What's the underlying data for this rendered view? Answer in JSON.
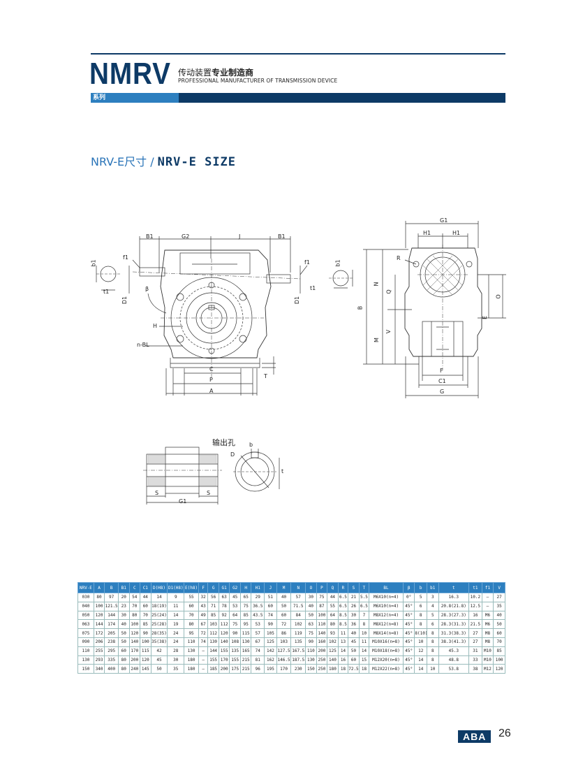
{
  "header": {
    "brand": "NMRV",
    "tagline_cn_prefix": "传动装置",
    "tagline_cn_bold": "专业制造商",
    "tagline_en": "PROFESSIONAL MANUFACTURER OF TRANSMISSION DEVICE",
    "series": "系列"
  },
  "section": {
    "title_cn": "NRV-E尺寸 / ",
    "title_en": "NRV-E SIZE"
  },
  "drawing_labels": {
    "front": [
      "B1",
      "G2",
      "J",
      "B1",
      "f1",
      "b1",
      "f1",
      "b1",
      "t1",
      "t1",
      "D1",
      "D1",
      "β",
      "H",
      "n-BL",
      "C",
      "P",
      "A",
      "T"
    ],
    "side": [
      "G1",
      "H1",
      "H1",
      "R",
      "N",
      "B",
      "Q",
      "M",
      "V",
      "O",
      "E",
      "F",
      "C1",
      "G"
    ],
    "output": [
      "b",
      "D",
      "t",
      "S",
      "S",
      "G1"
    ]
  },
  "output_hole_label": "输出孔",
  "table": {
    "headers": [
      "NRV-E",
      "A",
      "B",
      "B1",
      "C",
      "C1",
      "D(H8)",
      "D1(H8)",
      "E(h8)",
      "F",
      "G",
      "G1",
      "G2",
      "H",
      "H1",
      "J",
      "M",
      "N",
      "O",
      "P",
      "Q",
      "R",
      "S",
      "T",
      "BL",
      "β",
      "b",
      "b1",
      "t",
      "t1",
      "f1",
      "V"
    ],
    "rows": [
      [
        "030",
        "80",
        "97",
        "20",
        "54",
        "44",
        "14",
        "9",
        "55",
        "32",
        "56",
        "63",
        "45",
        "65",
        "29",
        "51",
        "40",
        "57",
        "30",
        "75",
        "44",
        "6.5",
        "21",
        "5.5",
        "M6X10(n=4)",
        "0°",
        "5",
        "3",
        "16.3",
        "10.2",
        "–",
        "27"
      ],
      [
        "040",
        "100",
        "121.5",
        "23",
        "70",
        "60",
        "18(19)",
        "11",
        "60",
        "43",
        "71",
        "78",
        "53",
        "75",
        "36.5",
        "60",
        "50",
        "71.5",
        "40",
        "87",
        "55",
        "6.5",
        "26",
        "6.5",
        "M6X10(n=4)",
        "45°",
        "6",
        "4",
        "20.8(21.8)",
        "12.5",
        "–",
        "35"
      ],
      [
        "050",
        "120",
        "144",
        "30",
        "80",
        "70",
        "25(24)",
        "14",
        "70",
        "49",
        "85",
        "92",
        "64",
        "85",
        "43.5",
        "74",
        "60",
        "84",
        "50",
        "100",
        "64",
        "8.5",
        "30",
        "7",
        "M8X12(n=4)",
        "45°",
        "8",
        "5",
        "28.3(27.3)",
        "16",
        "M6",
        "40"
      ],
      [
        "063",
        "144",
        "174",
        "40",
        "100",
        "85",
        "25(28)",
        "19",
        "80",
        "67",
        "103",
        "112",
        "75",
        "95",
        "53",
        "90",
        "72",
        "102",
        "63",
        "110",
        "80",
        "8.5",
        "36",
        "8",
        "M8X12(n=8)",
        "45°",
        "8",
        "6",
        "28.3(31.3)",
        "21.5",
        "M6",
        "50"
      ],
      [
        "075",
        "172",
        "205",
        "50",
        "120",
        "90",
        "28(35)",
        "24",
        "95",
        "72",
        "112",
        "120",
        "90",
        "115",
        "57",
        "105",
        "86",
        "119",
        "75",
        "140",
        "93",
        "11",
        "40",
        "10",
        "M8X14(n=8)",
        "45°",
        "8(10)",
        "8",
        "31.3(38.3)",
        "27",
        "M8",
        "60"
      ],
      [
        "090",
        "206",
        "238",
        "50",
        "140",
        "100",
        "35(38)",
        "24",
        "110",
        "74",
        "130",
        "140",
        "108",
        "130",
        "67",
        "125",
        "103",
        "135",
        "90",
        "160",
        "102",
        "13",
        "45",
        "11",
        "M10X16(n=8)",
        "45°",
        "10",
        "8",
        "38.3(41.3)",
        "27",
        "M8",
        "70"
      ],
      [
        "110",
        "255",
        "295",
        "60",
        "170",
        "115",
        "42",
        "28",
        "130",
        "–",
        "144",
        "155",
        "135",
        "165",
        "74",
        "142",
        "127.5",
        "167.5",
        "110",
        "200",
        "125",
        "14",
        "50",
        "14",
        "M10X18(n=8)",
        "45°",
        "12",
        "8",
        "45.3",
        "31",
        "M10",
        "85"
      ],
      [
        "130",
        "293",
        "335",
        "80",
        "200",
        "120",
        "45",
        "30",
        "180",
        "–",
        "155",
        "170",
        "155",
        "215",
        "81",
        "162",
        "146.5",
        "187.5",
        "130",
        "250",
        "140",
        "16",
        "60",
        "15",
        "M12X20(n=8)",
        "45°",
        "14",
        "8",
        "48.8",
        "33",
        "M10",
        "100"
      ],
      [
        "150",
        "340",
        "400",
        "80",
        "240",
        "145",
        "50",
        "35",
        "180",
        "–",
        "185",
        "200",
        "175",
        "215",
        "96",
        "195",
        "170",
        "230",
        "150",
        "250",
        "180",
        "18",
        "72.5",
        "18",
        "M12X22(n=8)",
        "45°",
        "14",
        "10",
        "53.8",
        "38",
        "M12",
        "120"
      ]
    ]
  },
  "footer": {
    "logo": "ABA",
    "page": "26"
  }
}
